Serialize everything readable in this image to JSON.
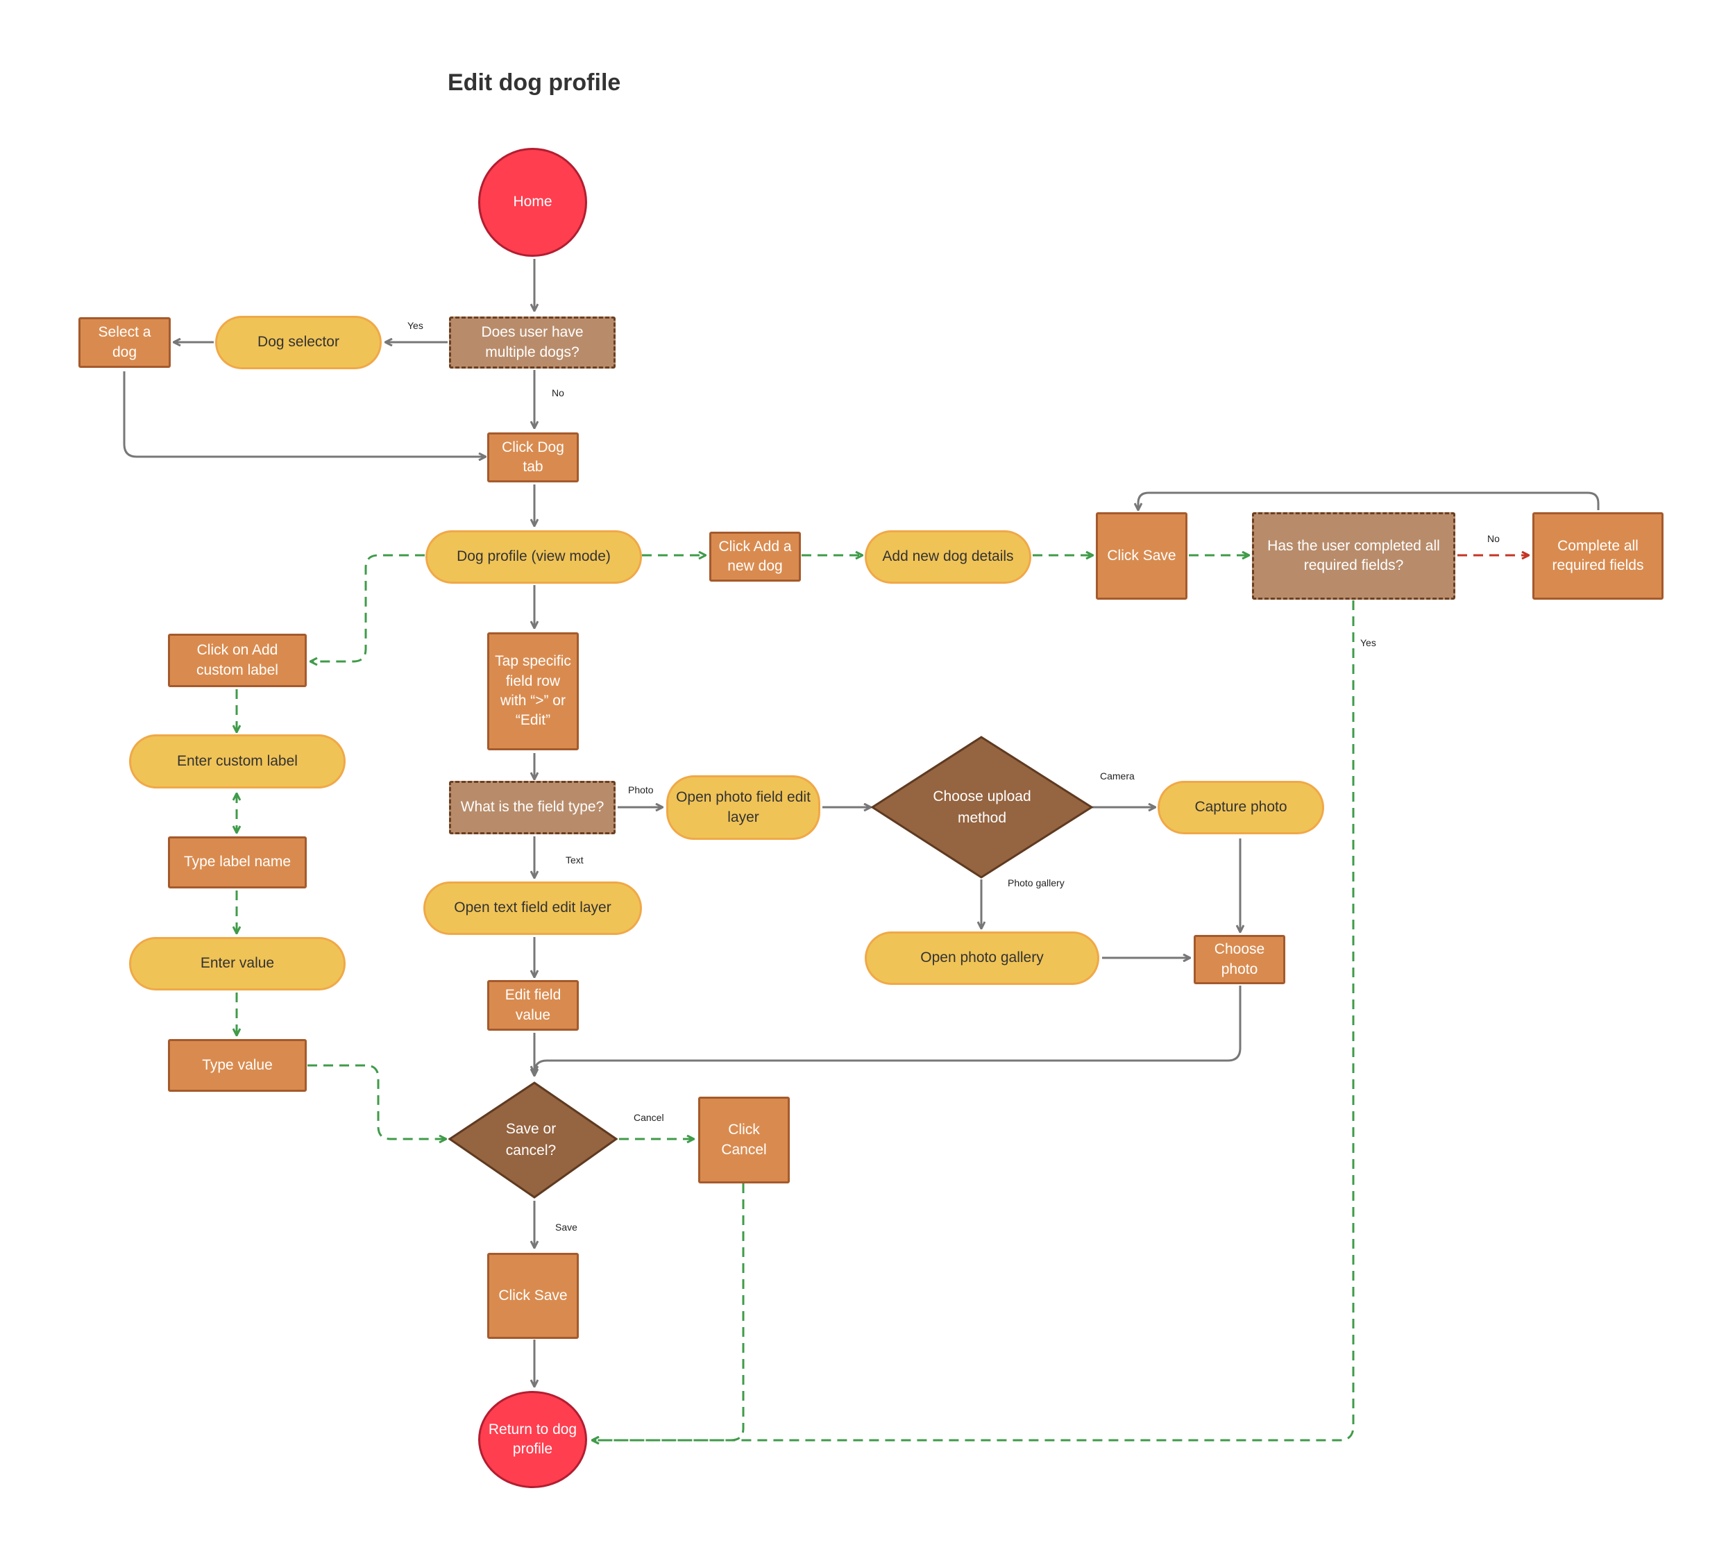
{
  "title": "Edit dog profile",
  "colors": {
    "action_fill": "#d98b4f",
    "action_border": "#a55a2c",
    "screen_fill": "#f0c356",
    "screen_border": "#f0a848",
    "decision_fill": "#b88c6b",
    "diamond_fill": "#956440",
    "terminal_fill": "#ff3e4f",
    "arrow_gray": "#777777",
    "arrow_green": "#3f9b49",
    "arrow_red": "#c43525"
  },
  "nodes": {
    "home": "Home",
    "multiple_dogs": "Does user have multiple dogs?",
    "dog_selector": "Dog selector",
    "select_a_dog": "Select a dog",
    "click_dog_tab": "Click Dog tab",
    "dog_profile_view": "Dog profile (view mode)",
    "click_add_new_dog": "Click Add a new dog",
    "add_new_dog_details": "Add new dog details",
    "click_save_top": "Click Save",
    "completed_required": "Has the user completed all required fields?",
    "complete_all_required": "Complete all required fields",
    "click_add_custom_label": "Click on Add custom label",
    "enter_custom_label": "Enter custom label",
    "type_label_name": "Type label name",
    "enter_value": "Enter value",
    "type_value": "Type value",
    "tap_field_row": "Tap specific field row with “>” or “Edit”",
    "field_type": "What is the field type?",
    "open_photo_field": "Open photo field edit layer",
    "choose_upload_method": "Choose upload method",
    "capture_photo": "Capture photo",
    "open_photo_gallery": "Open photo gallery",
    "choose_photo": "Choose photo",
    "open_text_field": "Open text field edit layer",
    "edit_field_value": "Edit field value",
    "save_or_cancel": "Save or cancel?",
    "click_cancel": "Click Cancel",
    "click_save_bottom": "Click Save",
    "return_to_profile": "Return to dog profile"
  },
  "edge_labels": {
    "yes_multiple": "Yes",
    "no_multiple": "No",
    "no_required": "No",
    "yes_required": "Yes",
    "photo": "Photo",
    "text": "Text",
    "camera": "Camera",
    "photo_gallery": "Photo gallery",
    "cancel": "Cancel",
    "save": "Save"
  }
}
